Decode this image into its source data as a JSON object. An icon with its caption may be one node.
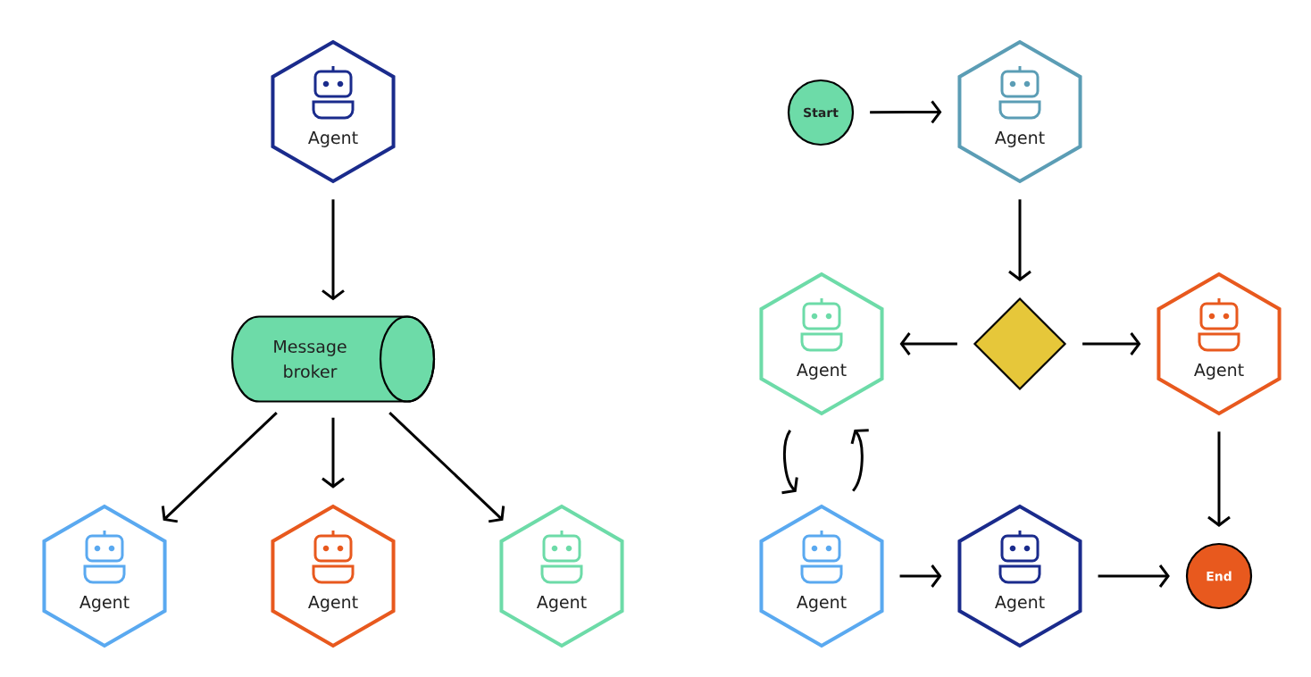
{
  "diagram": {
    "nodes": [
      {
        "text": [
          "Agent"
        ]
      },
      {
        "text": [
          "Message broker"
        ]
      },
      {
        "text": [
          "Agent"
        ]
      },
      {
        "text": [
          "Agent"
        ]
      },
      {
        "text": [
          "Agent"
        ]
      },
      {
        "text": [
          "Start"
        ]
      },
      {
        "text": [
          "Agent"
        ]
      },
      {
        "text": [],
        "shape": "diamond"
      },
      {
        "text": [
          "Agent"
        ]
      },
      {
        "text": [
          "Agent"
        ]
      },
      {
        "text": [
          "Agent"
        ]
      },
      {
        "text": [
          "Agent"
        ]
      },
      {
        "text": [
          "End"
        ]
      }
    ],
    "edges": [
      {
        "from": 0,
        "to": 1,
        "arrow": "to"
      },
      {
        "from": 1,
        "to": 2,
        "arrow": "to"
      },
      {
        "from": 1,
        "to": 3,
        "arrow": "to"
      },
      {
        "from": 1,
        "to": 4,
        "arrow": "to"
      },
      {
        "from": 5,
        "to": 6,
        "arrow": "to"
      },
      {
        "from": 6,
        "to": 7,
        "arrow": "to"
      },
      {
        "from": 7,
        "to": 8,
        "arrow": "to"
      },
      {
        "from": 7,
        "to": 9,
        "arrow": "to"
      },
      {
        "from": 8,
        "to": 10,
        "arrow": "to"
      },
      {
        "from": 10,
        "to": 8,
        "arrow": "to"
      },
      {
        "from": 10,
        "to": 11,
        "arrow": "to"
      },
      {
        "from": 11,
        "to": 12,
        "arrow": "to"
      },
      {
        "from": 9,
        "to": 12,
        "arrow": "to"
      }
    ]
  }
}
